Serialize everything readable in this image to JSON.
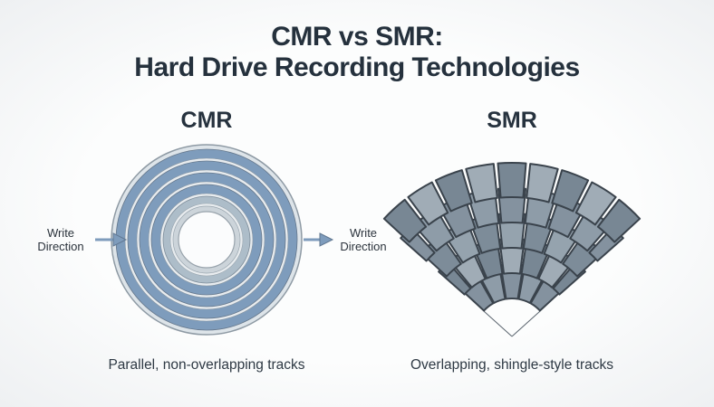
{
  "title": {
    "line1": "CMR vs SMR:",
    "line2": "Hard Drive Recording Technologies"
  },
  "cmr": {
    "heading": "CMR",
    "caption": "Parallel, non-overlapping tracks",
    "write_label_left": "Write Direction",
    "write_label_right": "Write Direction"
  },
  "smr": {
    "heading": "SMR",
    "caption": "Overlapping, shingle-style tracks"
  },
  "colors": {
    "track_blue": "#7e9cbc",
    "track_gap": "#e8ecef",
    "inner_ring_gray": "#adbdc9",
    "shingle_palette": [
      "#84929f",
      "#95a3ae",
      "#788794",
      "#8e9ca8",
      "#7d8c99",
      "#a0acb6"
    ],
    "shingle_outline": "#3a434c",
    "heading_text": "#26323e",
    "body_text": "#2e3944"
  }
}
